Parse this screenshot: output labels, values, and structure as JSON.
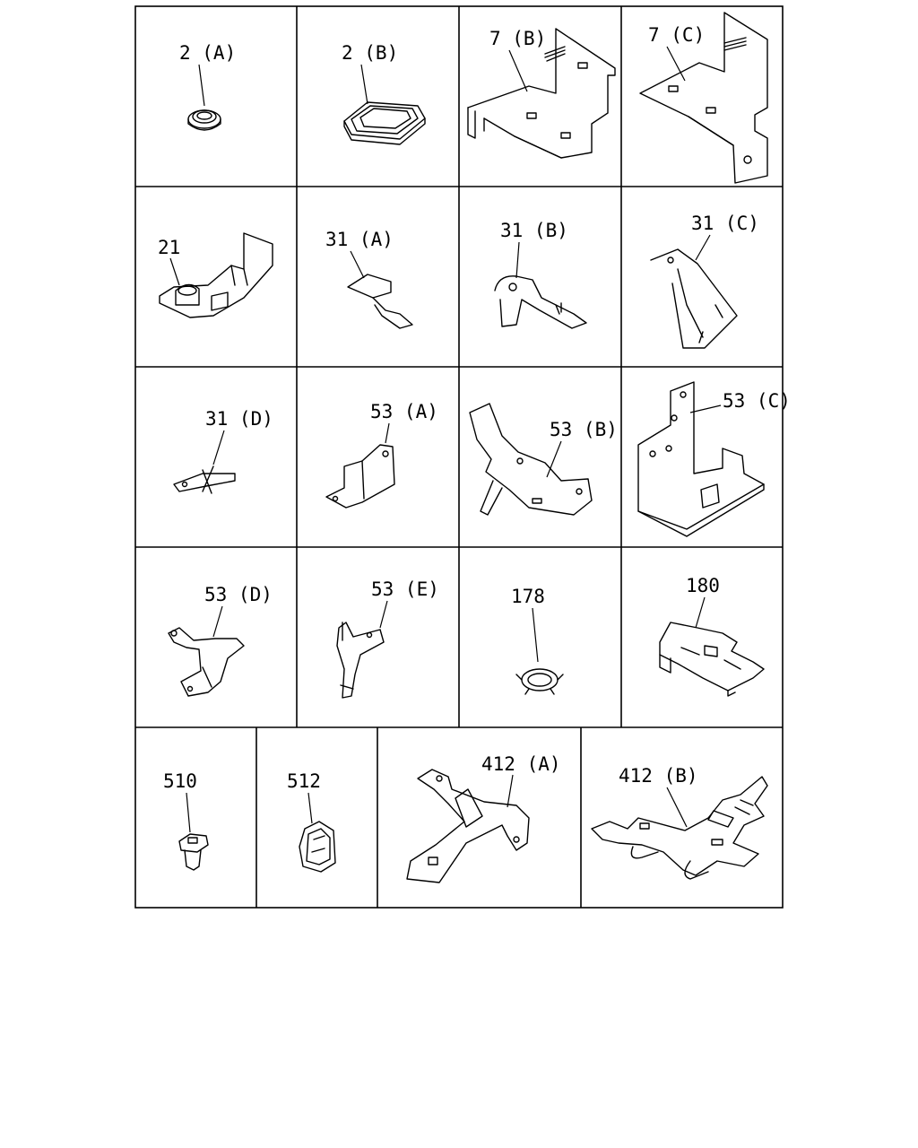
{
  "parts": [
    {
      "id": "2a",
      "label": "2 (A)"
    },
    {
      "id": "2b",
      "label": "2 (B)"
    },
    {
      "id": "7b",
      "label": "7 (B)"
    },
    {
      "id": "7c",
      "label": "7 (C)"
    },
    {
      "id": "21",
      "label": "21"
    },
    {
      "id": "31a",
      "label": "31 (A)"
    },
    {
      "id": "31b",
      "label": "31 (B)"
    },
    {
      "id": "31c",
      "label": "31 (C)"
    },
    {
      "id": "31d",
      "label": "31 (D)"
    },
    {
      "id": "53a",
      "label": "53 (A)"
    },
    {
      "id": "53b",
      "label": "53 (B)"
    },
    {
      "id": "53c",
      "label": "53 (C)"
    },
    {
      "id": "53d",
      "label": "53 (D)"
    },
    {
      "id": "53e",
      "label": "53 (E)"
    },
    {
      "id": "178",
      "label": "178"
    },
    {
      "id": "180",
      "label": "180"
    },
    {
      "id": "510",
      "label": "510"
    },
    {
      "id": "512",
      "label": "512"
    },
    {
      "id": "412a",
      "label": "412 (A)"
    },
    {
      "id": "412b",
      "label": "412 (B)"
    }
  ]
}
